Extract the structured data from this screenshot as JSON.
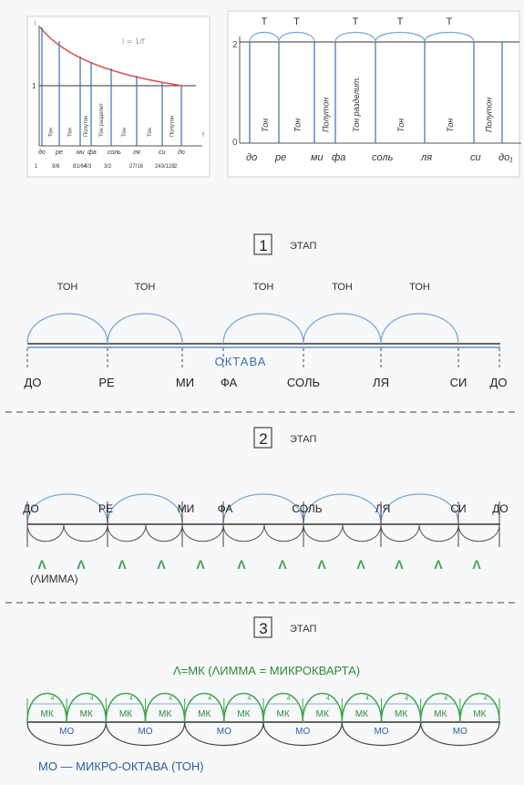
{
  "colors": {
    "ink": "#2b2b2b",
    "blue": "#3b6fb0",
    "lightblue": "#7aa6d6",
    "green": "#3fa64a",
    "red": "#e0524f"
  },
  "chart1": {
    "formula": "l = 1/f",
    "y_label_1": "1",
    "y_axis_label": "l",
    "x_axis_label": "f",
    "steps": [
      "Тон",
      "Тон",
      "Полутон",
      "Тон разделит.",
      "Тон",
      "Тон",
      "Полутон"
    ],
    "notes": [
      "до",
      "ре",
      "ми",
      "фа",
      "соль",
      "ля",
      "си",
      "до"
    ],
    "ratios": [
      "1",
      "9/8",
      "81/64",
      "4/3",
      "3/2",
      "27/16",
      "243/128",
      "2"
    ]
  },
  "chart2": {
    "arc_marks": [
      "Т",
      "Т",
      "Т",
      "Т",
      "Т"
    ],
    "y_top": "2",
    "y_bottom": "0",
    "steps": [
      "Тон",
      "Тон",
      "Полутон",
      "Тон разделит.",
      "Тон",
      "Тон",
      "Полутон"
    ],
    "notes": [
      "до",
      "ре",
      "ми",
      "фа",
      "соль",
      "ля",
      "си",
      "до₁"
    ]
  },
  "stage1": {
    "num": "1",
    "label": "ЭТАП",
    "ton_labels": [
      "ТОН",
      "ТОН",
      "ТОН",
      "ТОН",
      "ТОН"
    ],
    "octave": "ОКТАВА",
    "notes": [
      "ДО",
      "РЕ",
      "МИ",
      "ФА",
      "СОЛЬ",
      "ЛЯ",
      "СИ",
      "ДО"
    ]
  },
  "stage2": {
    "num": "2",
    "label": "ЭТАП",
    "notes": [
      "ДО",
      "РЕ",
      "МИ",
      "ФА",
      "СОЛЬ",
      "ЛЯ",
      "СИ",
      "ДО"
    ],
    "limma_marks": [
      "Λ",
      "Λ",
      "Λ",
      "Λ",
      "Λ",
      "Λ",
      "Λ",
      "Λ",
      "Λ",
      "Λ",
      "Λ",
      "Λ"
    ],
    "limma_caption": "(ΛИММА)"
  },
  "stage3": {
    "num": "3",
    "label": "ЭТАП",
    "equation": "Λ=МК (ΛИММА = МИКРОКВАРТА)",
    "mk_top": "4",
    "mk_label": "МК",
    "mo_labels": [
      "МО",
      "МО",
      "МО",
      "МО",
      "МО",
      "МО"
    ],
    "caption": "МО — МИКРО-ОКТАВА (ТОН)"
  }
}
